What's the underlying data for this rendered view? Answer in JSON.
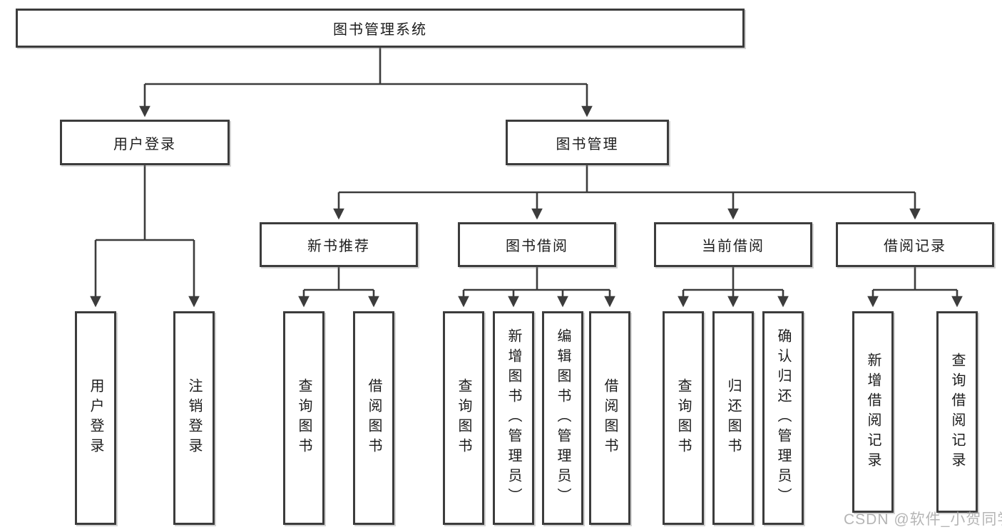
{
  "diagram": {
    "title": "图书管理系统",
    "root": {
      "label": "图书管理系统"
    },
    "branches": [
      {
        "label": "用户登录",
        "children": [
          {
            "label": "用户登录"
          },
          {
            "label": "注销登录"
          }
        ]
      },
      {
        "label": "图书管理",
        "sections": [
          {
            "label": "新书推荐",
            "children": [
              {
                "label": "查询图书"
              },
              {
                "label": "借阅图书"
              }
            ]
          },
          {
            "label": "图书借阅",
            "children": [
              {
                "label": "查询图书"
              },
              {
                "label": "新增图书（管理员）"
              },
              {
                "label": "编辑图书（管理员）"
              },
              {
                "label": "借阅图书"
              }
            ]
          },
          {
            "label": "当前借阅",
            "children": [
              {
                "label": "查询图书"
              },
              {
                "label": "归还图书"
              },
              {
                "label": "确认归还（管理员）"
              }
            ]
          },
          {
            "label": "借阅记录",
            "children": [
              {
                "label": "新增借阅记录"
              },
              {
                "label": "查询借阅记录"
              }
            ]
          }
        ]
      }
    ],
    "watermark": "CSDN @软件_小贺同学",
    "colors": {
      "line": "#3c3c3c",
      "box_border": "#3c3c3c",
      "box_fill": "#ffffff",
      "text": "#1c1c1c",
      "watermark": "#a8a8a8"
    }
  }
}
